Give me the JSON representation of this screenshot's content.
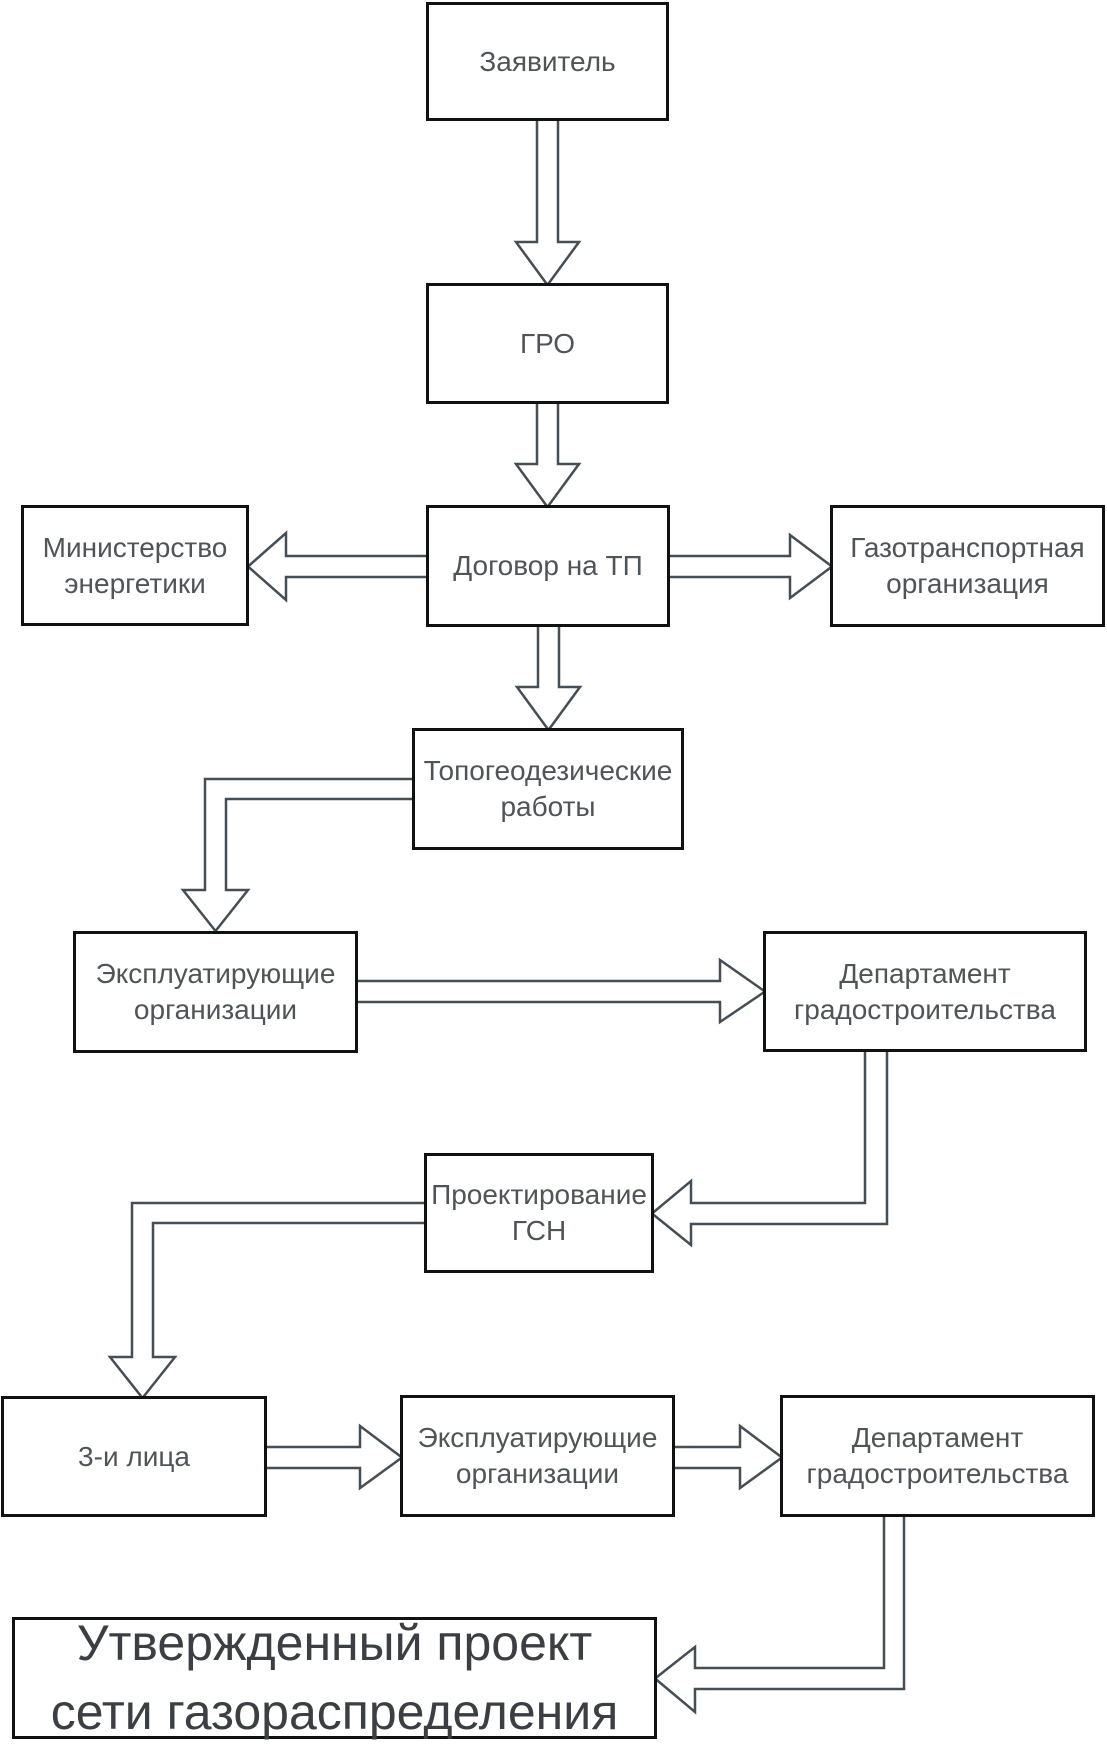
{
  "diagram": {
    "colors": {
      "background": "#ffffff",
      "box_border": "#111111",
      "arrow_outline": "#454d55",
      "node_text": "#505458",
      "final_text": "#3b3f43"
    },
    "nodes": [
      {
        "id": "applicant",
        "label": "Заявитель"
      },
      {
        "id": "gro",
        "label": "ГРО"
      },
      {
        "id": "contract-tp",
        "label": "Договор на ТП"
      },
      {
        "id": "ministry-energy",
        "label": "Министерство энергетики"
      },
      {
        "id": "gas-transport-org",
        "label": "Газотранспортная организация"
      },
      {
        "id": "topo-geodesic-works",
        "label": "Топогеодезические работы"
      },
      {
        "id": "operating-orgs-1",
        "label": "Эксплуатирующие организации"
      },
      {
        "id": "urban-planning-dept-1",
        "label": "Департамент градостроительства"
      },
      {
        "id": "gsn-design",
        "label": "Проектирование ГСН"
      },
      {
        "id": "third-parties",
        "label": "3-и лица"
      },
      {
        "id": "operating-orgs-2",
        "label": "Эксплуатирующие организации"
      },
      {
        "id": "urban-planning-dept-2",
        "label": "Департамент градостроительства"
      },
      {
        "id": "approved-project",
        "label": "Утвержденный проект сети газораспределения",
        "lines": [
          "Утвержденный проект",
          "сети газораспределения"
        ]
      }
    ],
    "edges": [
      {
        "from": "applicant",
        "to": "gro"
      },
      {
        "from": "gro",
        "to": "contract-tp"
      },
      {
        "from": "contract-tp",
        "to": "ministry-energy"
      },
      {
        "from": "contract-tp",
        "to": "gas-transport-org"
      },
      {
        "from": "contract-tp",
        "to": "topo-geodesic-works"
      },
      {
        "from": "topo-geodesic-works",
        "to": "operating-orgs-1"
      },
      {
        "from": "operating-orgs-1",
        "to": "urban-planning-dept-1"
      },
      {
        "from": "urban-planning-dept-1",
        "to": "gsn-design"
      },
      {
        "from": "gsn-design",
        "to": "third-parties"
      },
      {
        "from": "third-parties",
        "to": "operating-orgs-2"
      },
      {
        "from": "operating-orgs-2",
        "to": "urban-planning-dept-2"
      },
      {
        "from": "urban-planning-dept-2",
        "to": "approved-project"
      }
    ]
  }
}
